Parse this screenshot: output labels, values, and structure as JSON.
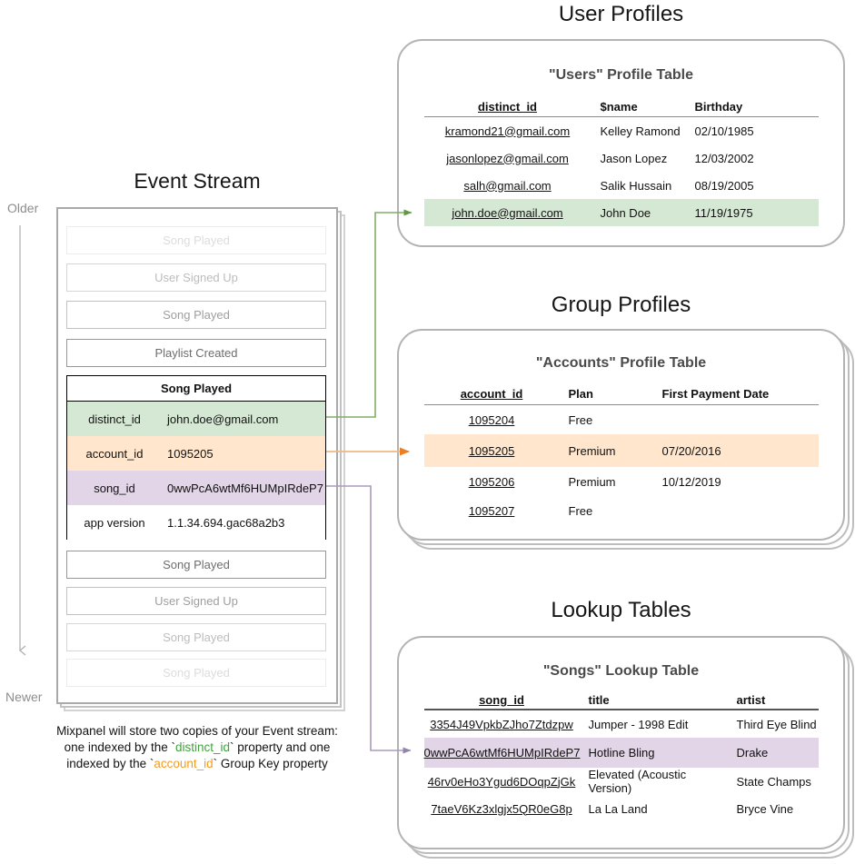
{
  "colors": {
    "green_fill": "#d5e8d4",
    "green_stroke": "#7fae63",
    "orange_fill": "#ffe6cc",
    "orange_stroke": "#edb884",
    "orange_arrowhead": "#ee7e23",
    "purple_fill": "#e1d5e7",
    "purple_stroke": "#a99bbd",
    "card_border": "#b3b3b3",
    "note_green": "#3fa33c",
    "note_orange": "#f59b20"
  },
  "event_stream": {
    "title": "Event Stream",
    "older_label": "Older",
    "newer_label": "Newer",
    "events_before": [
      "Song Played",
      "User Signed Up",
      "Song Played",
      "Playlist Created"
    ],
    "focused_event": {
      "name": "Song Played",
      "properties": [
        {
          "key": "distinct_id",
          "value": "john.doe@gmail.com",
          "highlight": "green"
        },
        {
          "key": "account_id",
          "value": "1095205",
          "highlight": "orange"
        },
        {
          "key": "song_id",
          "value": "0wwPcA6wtMf6HUMpIRdeP7",
          "highlight": "purple"
        },
        {
          "key": "app version",
          "value": "1.1.34.694.gac68a2b3",
          "highlight": "none"
        }
      ]
    },
    "events_after": [
      "Song Played",
      "User Signed Up",
      "Song Played",
      "Song Played"
    ],
    "note": {
      "line1": "Mixpanel will store two copies of your Event stream:",
      "line2_pre": "one indexed by the `",
      "line2_code": "distinct_id",
      "line2_post": "` property and one",
      "line3_pre": "indexed by the `",
      "line3_code": "account_id",
      "line3_post": "` Group Key property"
    }
  },
  "user_profiles": {
    "heading": "User Profiles",
    "card_title": "\"Users\" Profile Table",
    "columns": [
      "distinct_id",
      "$name",
      "Birthday"
    ],
    "rows": [
      [
        "kramond21@gmail.com",
        "Kelley Ramond",
        "02/10/1985"
      ],
      [
        "jasonlopez@gmail.com",
        "Jason Lopez",
        "12/03/2002"
      ],
      [
        "salh@gmail.com",
        "Salik Hussain",
        "08/19/2005"
      ],
      [
        "john.doe@gmail.com",
        "John Doe",
        "11/19/1975"
      ]
    ],
    "highlighted_row_index": 3
  },
  "group_profiles": {
    "heading": "Group Profiles",
    "card_title": "\"Accounts\" Profile Table",
    "columns": [
      "account_id",
      "Plan",
      "First Payment Date"
    ],
    "rows": [
      [
        "1095204",
        "Free",
        ""
      ],
      [
        "1095205",
        "Premium",
        "07/20/2016"
      ],
      [
        "1095206",
        "Premium",
        "10/12/2019"
      ],
      [
        "1095207",
        "Free",
        ""
      ]
    ],
    "highlighted_row_index": 1
  },
  "lookup_tables": {
    "heading": "Lookup Tables",
    "card_title": "\"Songs\" Lookup Table",
    "columns": [
      "song_id",
      "title",
      "artist"
    ],
    "rows": [
      [
        "3354J49VpkbZJho7Ztdzpw",
        "Jumper - 1998 Edit",
        "Third Eye Blind"
      ],
      [
        "0wwPcA6wtMf6HUMpIRdeP7",
        "Hotline Bling",
        "Drake"
      ],
      [
        "46rv0eHo3Ygud6DOqpZjGk",
        "Elevated (Acoustic Version)",
        "State Champs"
      ],
      [
        "7taeV6Kz3xlgjx5QR0eG8p",
        "La La Land",
        "Bryce Vine"
      ]
    ],
    "highlighted_row_index": 1
  }
}
